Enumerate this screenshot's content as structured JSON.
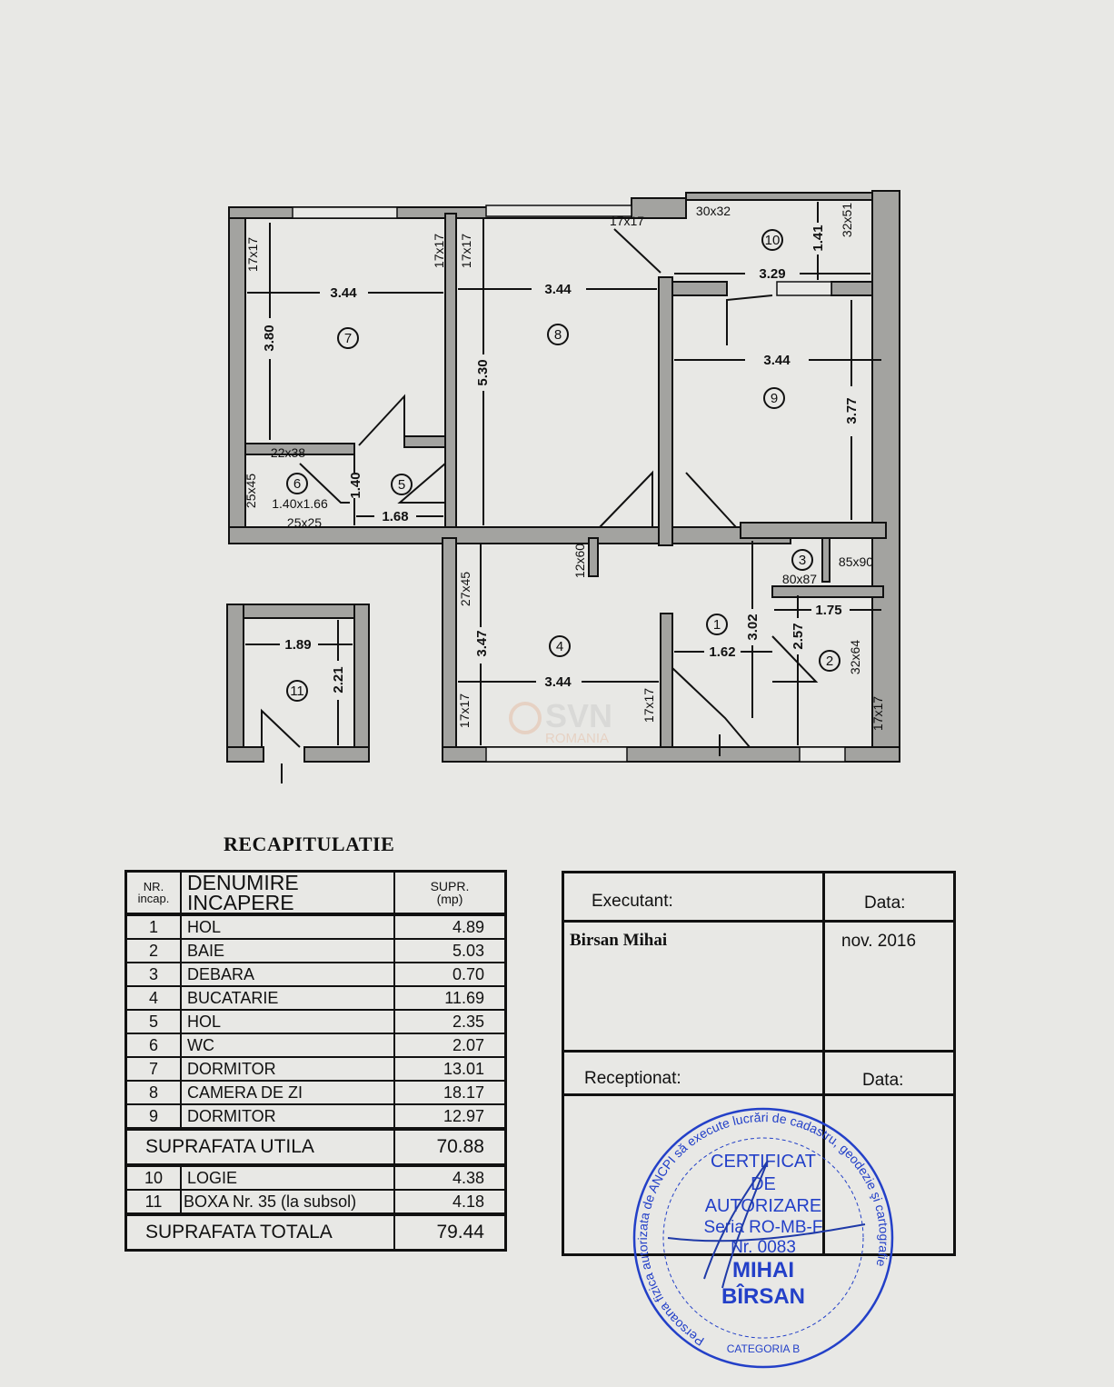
{
  "plan": {
    "rooms": [
      "1",
      "2",
      "3",
      "4",
      "5",
      "6",
      "7",
      "8",
      "9",
      "10",
      "11"
    ],
    "dims": {
      "r7_width": "3.44",
      "r7_height": "3.80",
      "r7_wall_l": "17x17",
      "r7_wall_r": "17x17",
      "r8_width": "3.44",
      "r8_height": "5.30",
      "r8_wall_l": "17x17",
      "r10_col": "17x17",
      "r10_col2": "30x32",
      "r10_height": "1.41",
      "r10_wall": "32x51",
      "r10_width": "3.29",
      "r9_width": "3.44",
      "r9_height": "3.77",
      "r6_col": "22x38",
      "r6_size": "1.40x1.66",
      "r6_col2": "25x45",
      "r6_col3": "25x25",
      "r5_height": "1.40",
      "r5_width": "1.68",
      "r4_col": "12x60",
      "r4_col2": "27x45",
      "r4_height": "3.47",
      "r4_width": "3.44",
      "r4_wall_l": "17x17",
      "r4_wall_r": "17x17",
      "r3_col": "85x90",
      "r3_size": "80x87",
      "r2_width": "1.75",
      "r2_height": "2.57",
      "r2_col": "32x64",
      "r2_wall": "17x17",
      "r1_height": "3.02",
      "r1_width": "1.62",
      "r11_width": "1.89",
      "r11_height": "2.21"
    },
    "watermark": {
      "brand": "SVN",
      "sub": "ROMANIA"
    }
  },
  "recap": {
    "title": "RECAPITULATIE",
    "headers": {
      "nr": "NR.",
      "nr2": "incap.",
      "name": "DENUMIRE  INCAPERE",
      "area": "SUPR.",
      "area2": "(mp)"
    },
    "rows": [
      {
        "nr": "1",
        "name": "HOL",
        "area": "4.89"
      },
      {
        "nr": "2",
        "name": "BAIE",
        "area": "5.03"
      },
      {
        "nr": "3",
        "name": "DEBARA",
        "area": "0.70"
      },
      {
        "nr": "4",
        "name": "BUCATARIE",
        "area": "11.69"
      },
      {
        "nr": "5",
        "name": "HOL",
        "area": "2.35"
      },
      {
        "nr": "6",
        "name": "WC",
        "area": "2.07"
      },
      {
        "nr": "7",
        "name": "DORMITOR",
        "area": "13.01"
      },
      {
        "nr": "8",
        "name": "CAMERA  DE  ZI",
        "area": "18.17"
      },
      {
        "nr": "9",
        "name": "DORMITOR",
        "area": "12.97"
      }
    ],
    "useful": {
      "label": "SUPRAFATA  UTILA",
      "area": "70.88"
    },
    "extra_rows": [
      {
        "nr": "10",
        "name": "LOGIE",
        "area": "4.38"
      },
      {
        "nr": "11",
        "name": "BOXA  Nr.  35  (la  subsol)",
        "area": "4.18"
      }
    ],
    "total": {
      "label": "SUPRAFATA  TOTALA",
      "area": "79.44"
    }
  },
  "signature_box": {
    "executant_label": "Executant:",
    "date_label": "Data:",
    "executant_name": "Birsan  Mihai",
    "date_value": "nov.  2016",
    "received_label": "Receptionat:",
    "received_date_label": "Data:"
  },
  "stamp": {
    "ring_text": "Persoana fizica autorizata de ANCPI să execute lucrări de cadastru, geodezie şi cartografie",
    "line1": "CERTIFICAT",
    "line2": "DE",
    "line3": "AUTORIZARE",
    "line4": "Seria RO-MB-F",
    "line5": "Nr. 0083",
    "line6": "MIHAI",
    "line7": "BÎRSAN",
    "category": "CATEGORIA B",
    "color": "#2340c8"
  }
}
